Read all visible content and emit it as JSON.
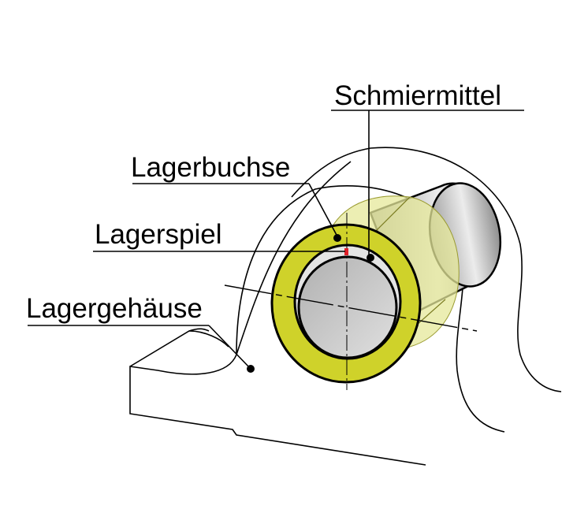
{
  "labels": {
    "lubricant": "Schmiermittel",
    "bushing": "Lagerbuchse",
    "clearance": "Lagerspiel",
    "housing": "Lagergehäuse"
  },
  "colors": {
    "bushing": "#cfd22a",
    "bushing_translucent": "#e6e89a",
    "shaft": "#c8c8c8",
    "clearance_marker": "#e0202a"
  }
}
